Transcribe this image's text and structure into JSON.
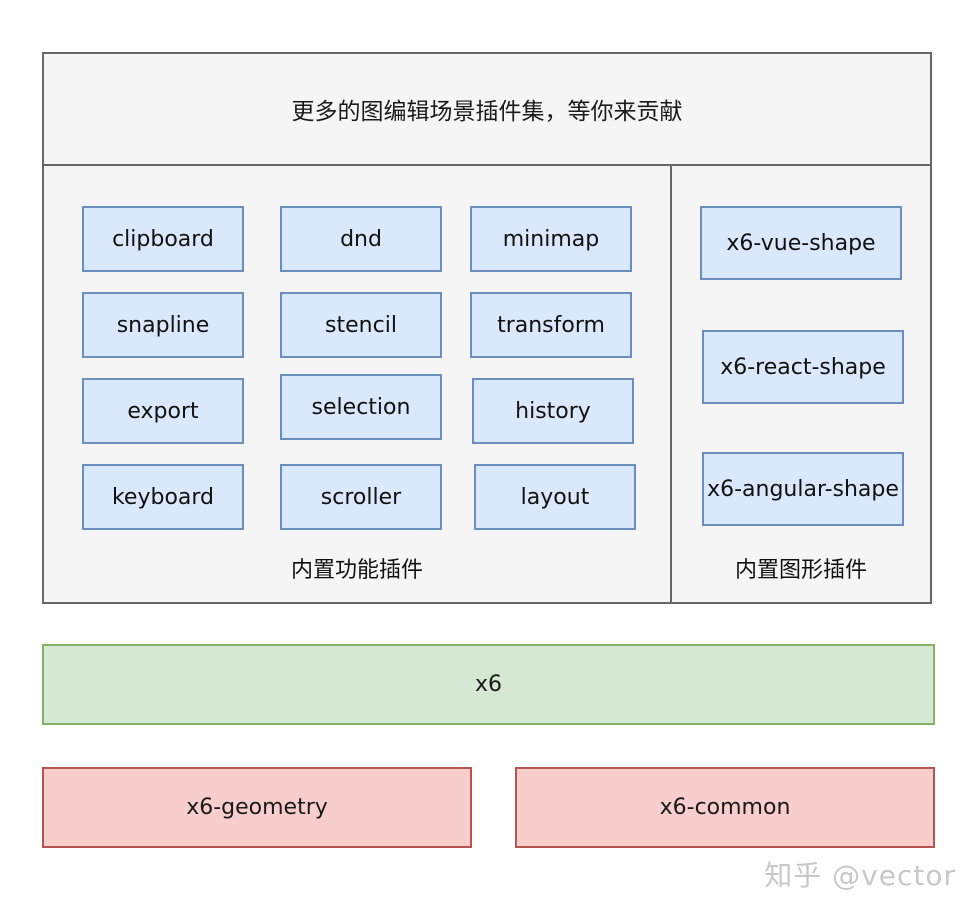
{
  "top_banner": {
    "text": "更多的图编辑场景插件集，等你来贡献"
  },
  "functional_plugins": {
    "caption": "内置功能插件",
    "items": [
      "clipboard",
      "dnd",
      "minimap",
      "snapline",
      "stencil",
      "transform",
      "export",
      "selection",
      "history",
      "keyboard",
      "scroller",
      "layout"
    ]
  },
  "shape_plugins": {
    "caption": "内置图形插件",
    "items": [
      "x6-vue-shape",
      "x6-react-shape",
      "x6-angular-shape"
    ]
  },
  "core": {
    "label": "x6"
  },
  "base_libs": {
    "geometry": "x6-geometry",
    "common": "x6-common"
  },
  "watermark": "知乎 @vector",
  "colors": {
    "panel_fill": "#f5f5f5",
    "panel_stroke": "#666666",
    "plugin_fill": "#dae8fc",
    "plugin_stroke": "#6c8ebf",
    "core_fill": "#d5e8d4",
    "core_stroke": "#82b366",
    "base_fill": "#f8cecc",
    "base_stroke": "#b85450"
  }
}
